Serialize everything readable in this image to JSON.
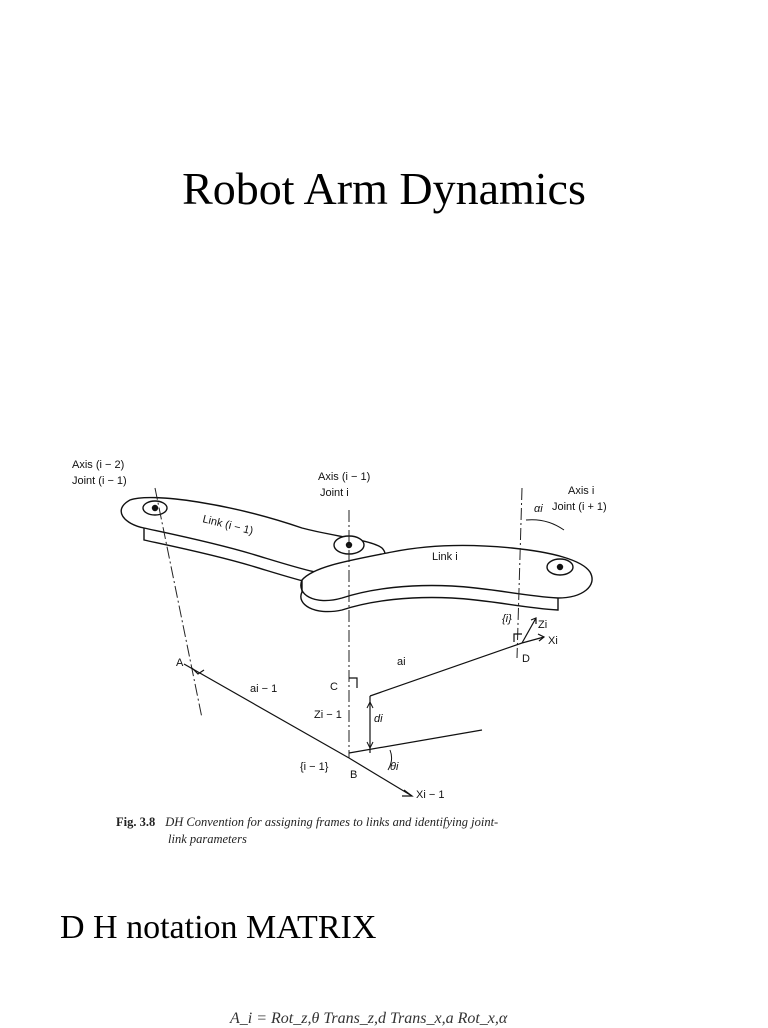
{
  "slide": {
    "title": "Robot Arm Dynamics",
    "section_heading": "D H notation MATRIX",
    "formula_text": "A_i = Rot_z,θ Trans_z,d Trans_x,a Rot_x,α"
  },
  "figure": {
    "labels": {
      "axis_i_minus_2": "Axis (i − 2)",
      "joint_i_minus_1_left": "Joint (i − 1)",
      "axis_i_minus_1": "Axis (i − 1)",
      "joint_i": "Joint i",
      "axis_i": "Axis i",
      "joint_i_plus_1": "Joint (i + 1)",
      "link_i_minus_1": "Link (i − 1)",
      "link_i": "Link i",
      "alpha_i": "αi",
      "frame_i": "{i}",
      "z_i": "Zi",
      "x_i": "Xi",
      "point_a": "A",
      "point_b": "B",
      "point_c": "C",
      "point_d": "D",
      "a_i_minus_1": "ai − 1",
      "a_i": "ai",
      "d_i": "di",
      "z_i_minus_1": "Zi − 1",
      "frame_i_minus_1": "{i − 1}",
      "theta_i": "θi",
      "x_i_minus_1": "Xi − 1"
    },
    "caption_number": "Fig. 3.8",
    "caption_text_line1": "DH Convention for assigning frames to links and identifying joint-",
    "caption_text_line2": "link parameters"
  }
}
